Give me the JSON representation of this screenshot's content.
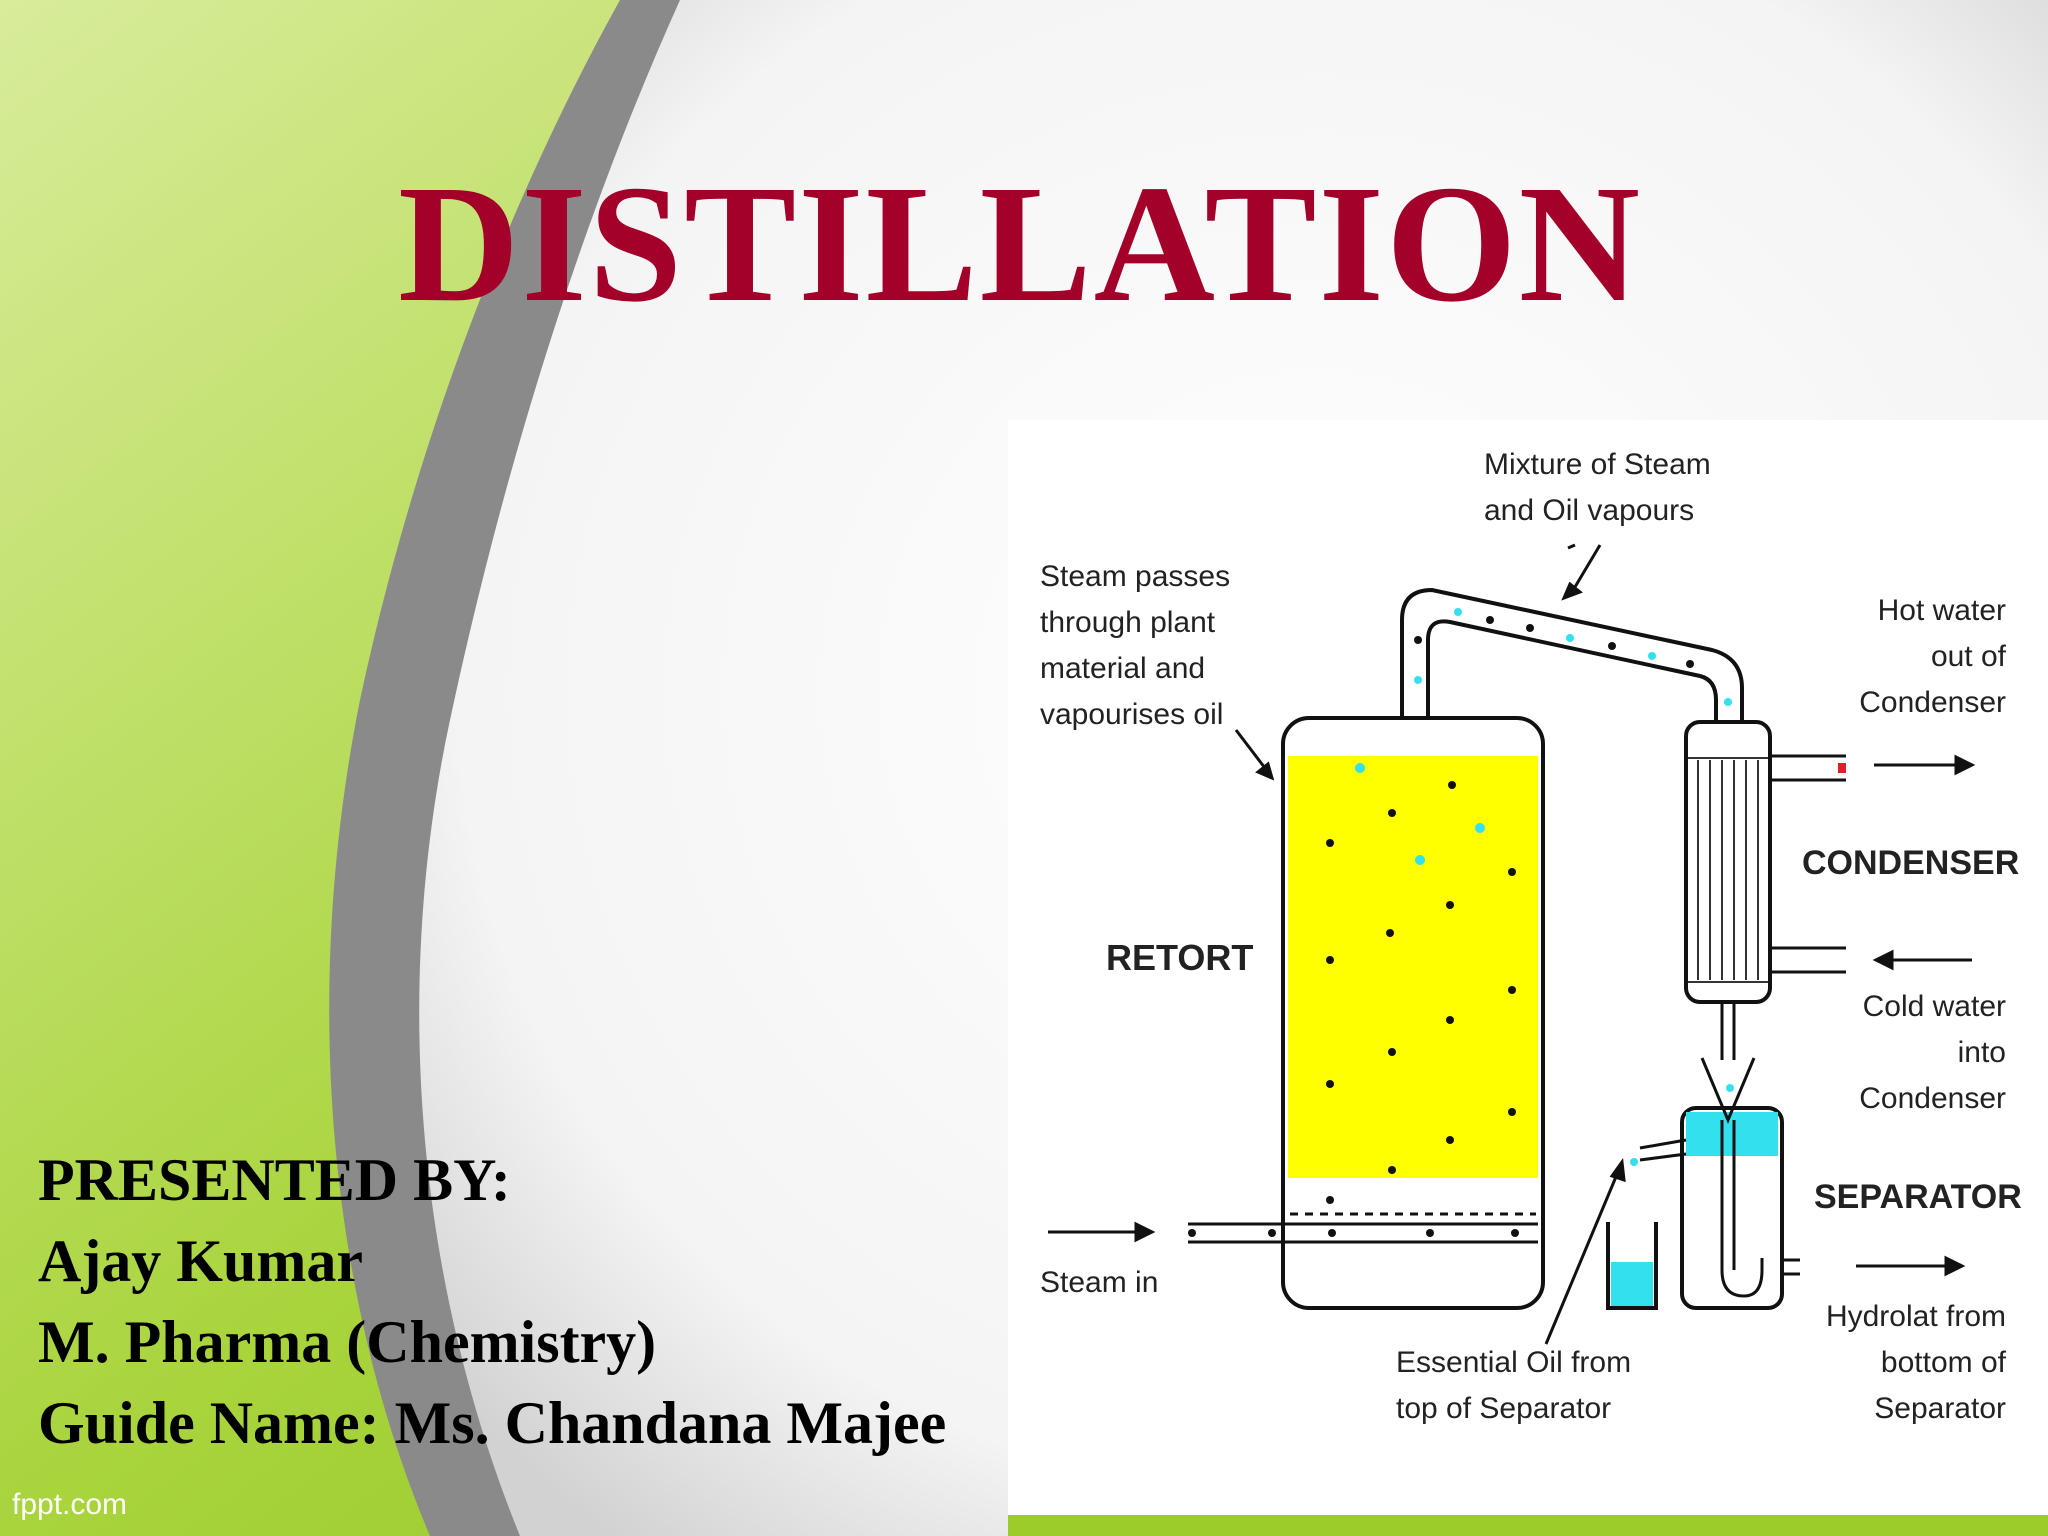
{
  "slide": {
    "title": "DISTILLATION",
    "presenter": {
      "heading": "PRESENTED BY:",
      "name": "Ajay Kumar",
      "degree": "M. Pharma (Chemistry)",
      "guide": "Guide Name: Ms. Chandana  Majee"
    },
    "watermark": "fppt.com"
  },
  "diagram": {
    "labels": {
      "mixture_1": "Mixture of Steam",
      "mixture_2": "and Oil vapours",
      "steam_passes_1": "Steam passes",
      "steam_passes_2": "through plant",
      "steam_passes_3": "material and",
      "steam_passes_4": "vapourises oil",
      "hot_water_1": "Hot water",
      "hot_water_2": "out of",
      "hot_water_3": "Condenser",
      "condenser": "CONDENSER",
      "retort": "RETORT",
      "cold_water_1": "Cold water",
      "cold_water_2": "into",
      "cold_water_3": "Condenser",
      "separator": "SEPARATOR",
      "steam_in": "Steam in",
      "essential_oil_1": "Essential Oil from",
      "essential_oil_2": "top of Separator",
      "hydrolat_1": "Hydrolat from",
      "hydrolat_2": "bottom of",
      "hydrolat_3": "Separator"
    }
  },
  "colors": {
    "title": "#a3002a",
    "green": "#9ccc2a",
    "plant_material": "#ffff00",
    "water": "#33e0ee"
  }
}
